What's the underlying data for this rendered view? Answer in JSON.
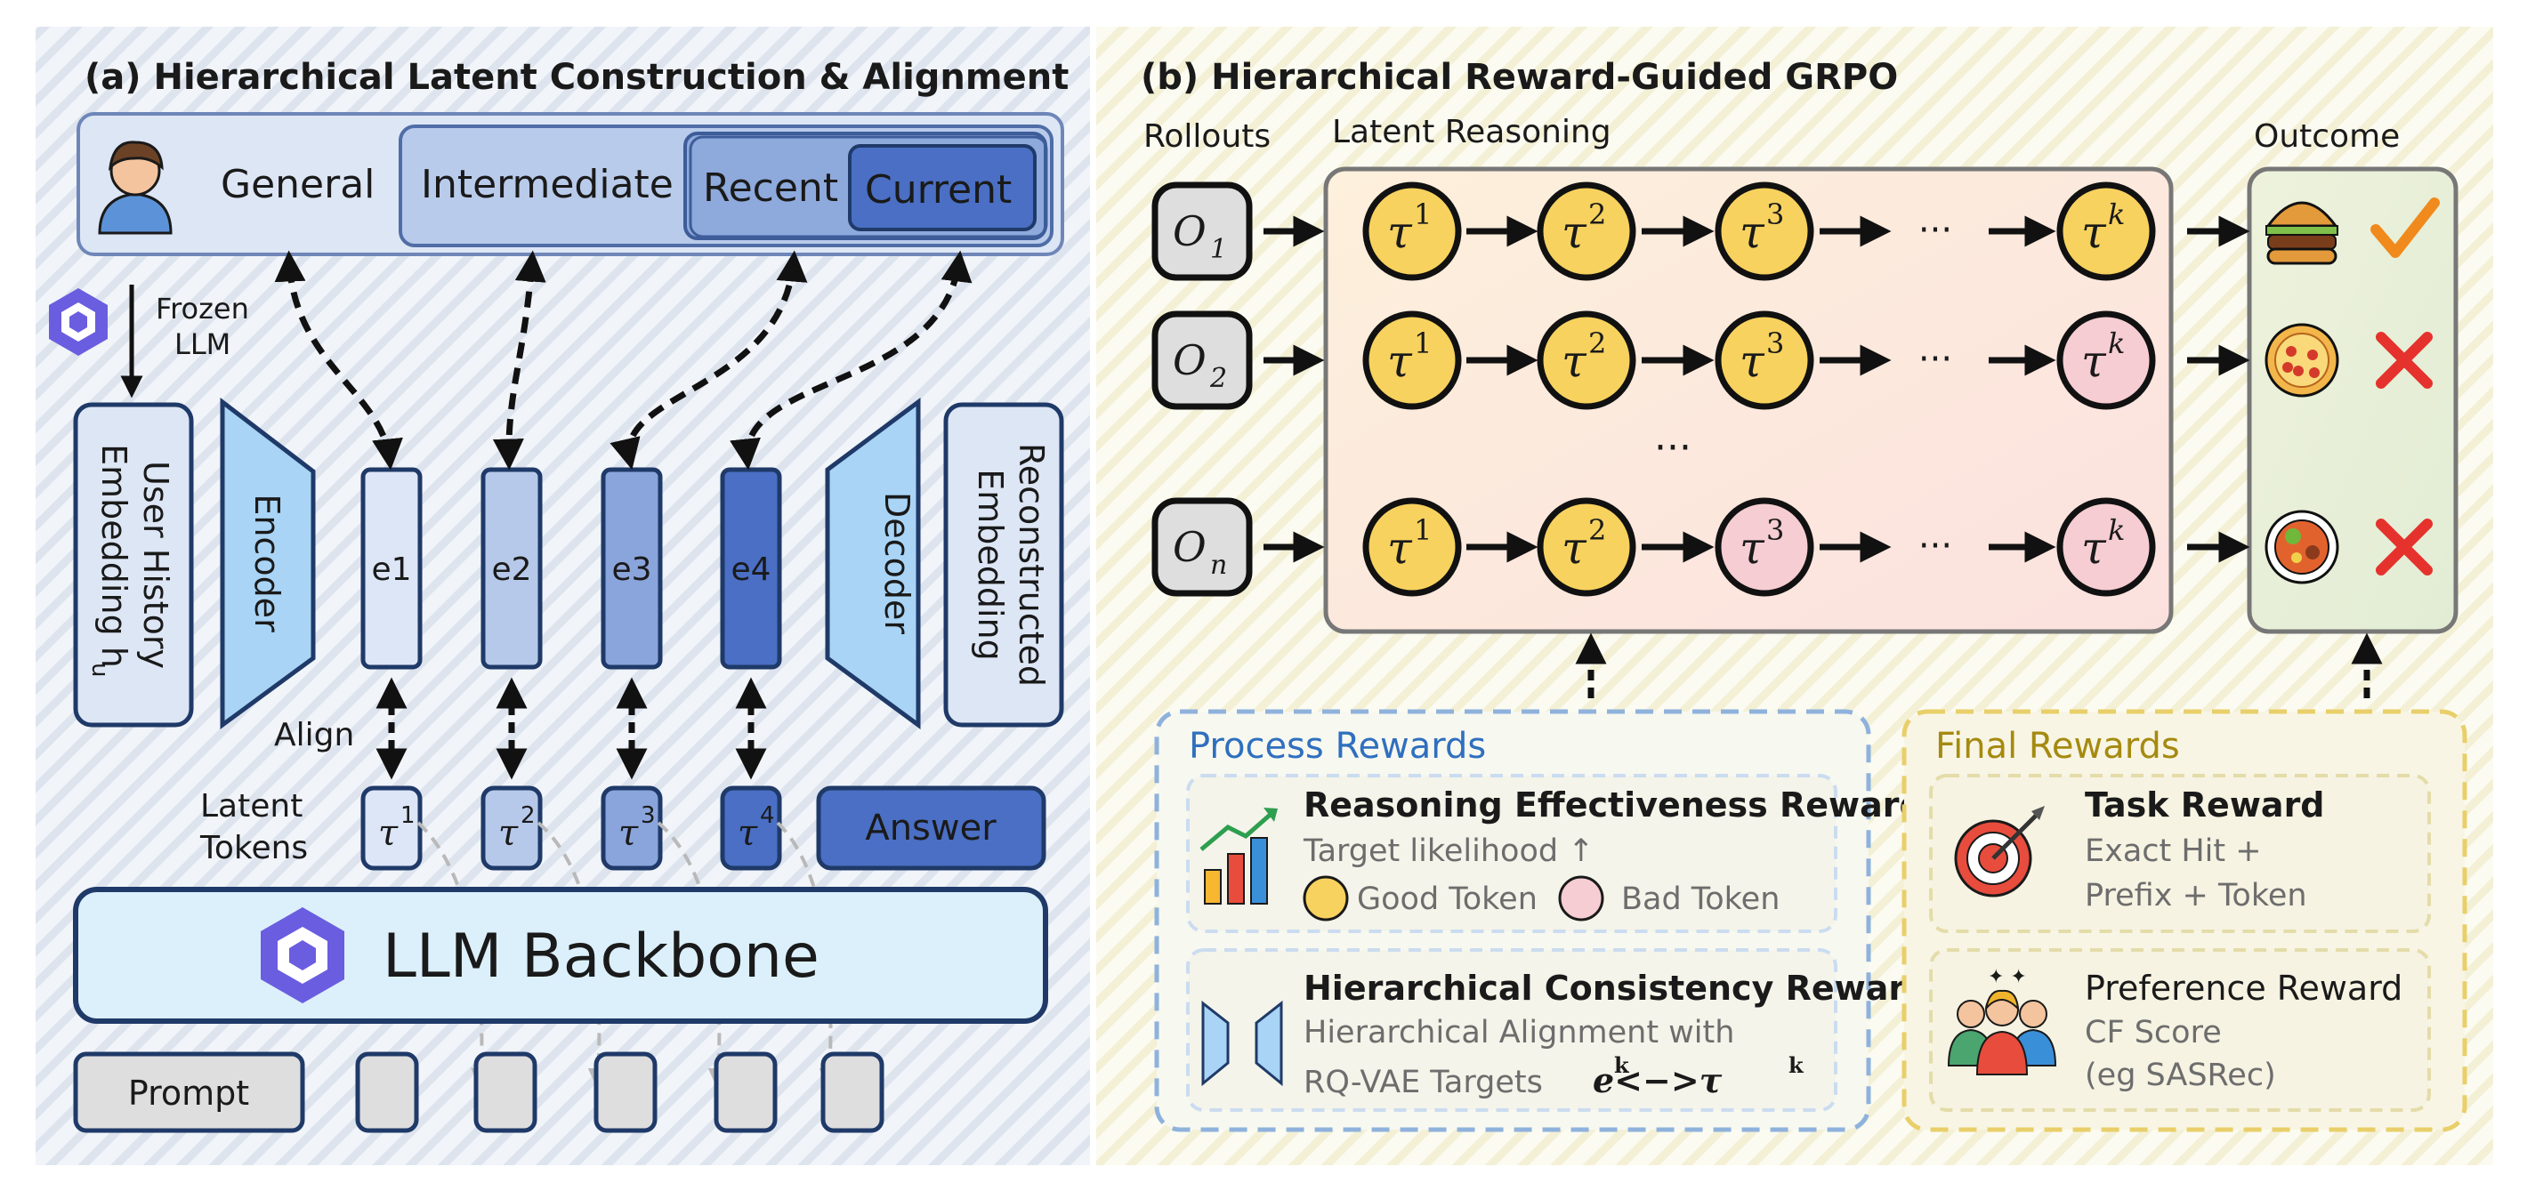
{
  "panel_a": {
    "title": "(a) Hierarchical Latent Construction & Alignment",
    "user_levels": {
      "general": "General",
      "intermediate": "Intermediate",
      "recent": "Recent",
      "current": "Current"
    },
    "frozen_llm": [
      "Frozen",
      "LLM"
    ],
    "user_history": [
      "User History",
      "Embedding h"
    ],
    "user_history_sub": "u",
    "encoder": "Encoder",
    "decoder": "Decoder",
    "reconstructed": [
      "Reconstructed",
      "Embedding"
    ],
    "codes": [
      "e1",
      "e2",
      "e3",
      "e4"
    ],
    "align": "Align",
    "latent_tokens": [
      "Latent",
      "Tokens"
    ],
    "tokens": [
      "1",
      "2",
      "3",
      "4"
    ],
    "answer": "Answer",
    "backbone": "LLM Backbone",
    "prompt": "Prompt"
  },
  "panel_b": {
    "title": "(b) Hierarchical Reward-Guided GRPO",
    "rollouts": "Rollouts",
    "latent_reasoning": "Latent Reasoning",
    "outcome": "Outcome",
    "rows": [
      {
        "sub": "1",
        "tokens": [
          "1",
          "2",
          "3",
          "k"
        ],
        "states": [
          "good",
          "good",
          "good",
          "good"
        ],
        "result": "correct",
        "food": "burger-icon"
      },
      {
        "sub": "2",
        "tokens": [
          "1",
          "2",
          "3",
          "k"
        ],
        "states": [
          "good",
          "good",
          "good",
          "bad"
        ],
        "result": "wrong",
        "food": "pizza-icon"
      },
      {
        "sub": "n",
        "tokens": [
          "1",
          "2",
          "3",
          "k"
        ],
        "states": [
          "good",
          "good",
          "bad",
          "bad"
        ],
        "result": "wrong",
        "food": "salad-icon"
      }
    ],
    "ellipsis": "···",
    "vdots": "···",
    "process_rewards": {
      "title": "Process Rewards",
      "effectiveness": {
        "title": "Reasoning Effectiveness Reward",
        "line1": "Target likelihood ↑",
        "good": "Good Token",
        "bad": "Bad Token"
      },
      "consistency": {
        "title": "Hierarchical Consistency Reward",
        "line1": "Hierarchical Alignment with",
        "line2": "RQ-VAE Targets",
        "formula": "e<−>τ",
        "sup": "k"
      }
    },
    "final_rewards": {
      "title": "Final Rewards",
      "task": {
        "title": "Task Reward",
        "line1": "Exact Hit +",
        "line2": "Prefix + Token"
      },
      "preference": {
        "title": "Preference Reward",
        "line1": "CF Score",
        "line2": "(eg SASRec)"
      }
    }
  },
  "colors": {
    "navy": "#1f3a68",
    "good_token": "#f7d25e",
    "bad_token": "#f6cdd3",
    "process_blue": "#2f6fbf",
    "final_gold": "#a58a10",
    "check": "#f08a1c",
    "cross": "#e5322d"
  }
}
